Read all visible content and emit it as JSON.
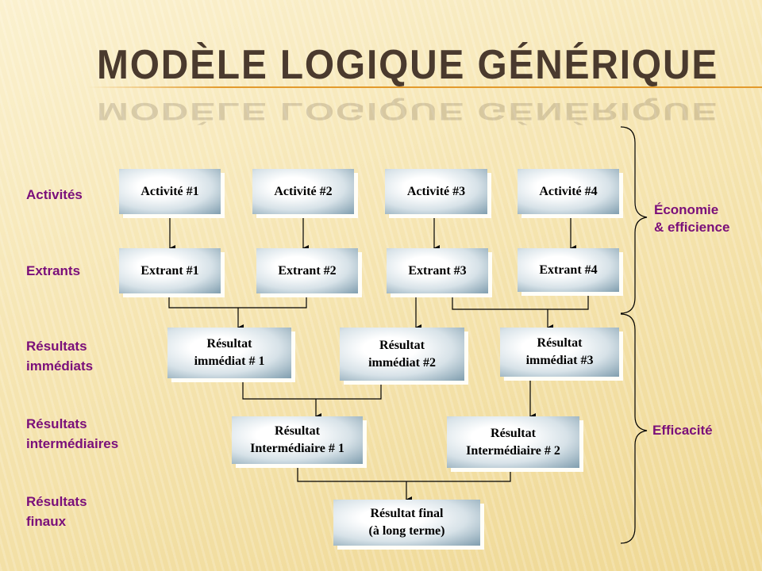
{
  "title": "MODÈLE LOGIQUE GÉNÉRIQUE",
  "levels": {
    "activites": "Activités",
    "extrants": "Extrants",
    "immediats": [
      "Résultats",
      "immédiats"
    ],
    "intermediaires": [
      "Résultats",
      "intermédiaires"
    ],
    "finaux": [
      "Résultats",
      "finaux"
    ]
  },
  "boxes": {
    "activites": [
      "Activité #1",
      "Activité #2",
      "Activité #3",
      "Activité #4"
    ],
    "extrants": [
      "Extrant #1",
      "Extrant #2",
      "Extrant #3",
      "Extrant #4"
    ],
    "immediats": [
      [
        "Résultat",
        "immédiat # 1"
      ],
      [
        "Résultat",
        "immédiat #2"
      ],
      [
        "Résultat",
        "immédiat #3"
      ]
    ],
    "intermediaires": [
      [
        "Résultat",
        "Intermédiaire # 1"
      ],
      [
        "Résultat",
        "Intermédiaire # 2"
      ]
    ],
    "final": [
      "Résultat final",
      "(à long terme)"
    ]
  },
  "braces": {
    "economie": [
      "Économie",
      "& efficience"
    ],
    "efficacite": "Efficacité"
  },
  "colors": {
    "label": "#7a0f7a",
    "title": "#4a3a2e",
    "rule": "#e39a2c"
  }
}
